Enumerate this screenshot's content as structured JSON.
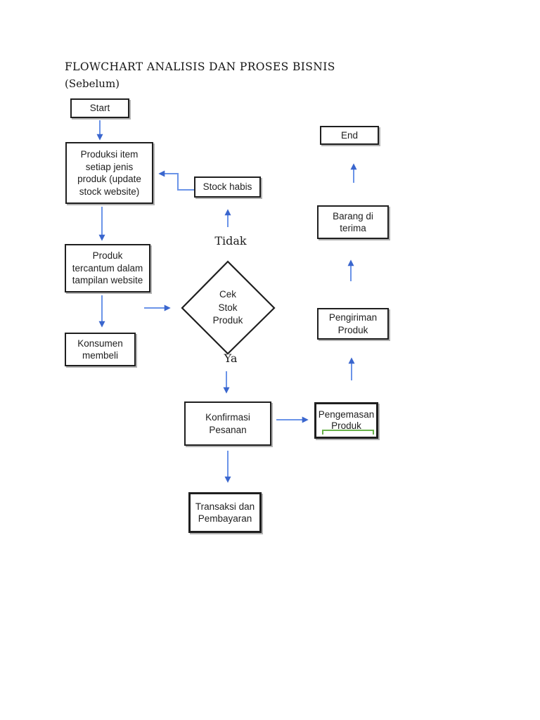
{
  "page": {
    "title": "FLOWCHART ANALISIS DAN PROSES BISNIS",
    "subtitle": "(Sebelum)"
  },
  "colors": {
    "background": "#ffffff",
    "box_border": "#1f1f1f",
    "text": "#1f1f1f",
    "arrow_stem": "#6b94e8",
    "arrow_head": "#3a66ce",
    "bracket_green": "#69b24a"
  },
  "nodes": {
    "start": {
      "label": "Start",
      "type": "terminator"
    },
    "produksi": {
      "label": "Produksi item\nsetiap jenis\nproduk (update\nstock website)",
      "type": "process"
    },
    "stock_habis": {
      "label": "Stock habis",
      "type": "process"
    },
    "produk_tercantum": {
      "label": "Produk\ntercantum dalam\ntampilan website",
      "type": "process"
    },
    "konsumen": {
      "label": "Konsumen\nmembeli",
      "type": "process"
    },
    "cek_stok": {
      "label": "Cek\nStok\nProduk",
      "type": "decision"
    },
    "konfirmasi": {
      "label": "Konfirmasi\nPesanan",
      "type": "process"
    },
    "pengemasan": {
      "label": "Pengemasan\nProduk",
      "type": "process"
    },
    "transaksi": {
      "label": "Transaksi dan\nPembayaran",
      "type": "process"
    },
    "pengiriman": {
      "label": "Pengiriman\nProduk",
      "type": "process"
    },
    "barang_diterima": {
      "label": "Barang di\nterima",
      "type": "process"
    },
    "end": {
      "label": "End",
      "type": "terminator"
    }
  },
  "edge_labels": {
    "tidak": "Tidak",
    "ya": "Ya"
  },
  "edges": [
    {
      "from": "start",
      "to": "produksi"
    },
    {
      "from": "produksi",
      "to": "produk_tercantum"
    },
    {
      "from": "produk_tercantum",
      "to": "konsumen"
    },
    {
      "from": "produk_tercantum",
      "to": "cek_stok"
    },
    {
      "from": "cek_stok",
      "to": "stock_habis",
      "label": "Tidak"
    },
    {
      "from": "stock_habis",
      "to": "produksi"
    },
    {
      "from": "cek_stok",
      "to": "konfirmasi",
      "label": "Ya"
    },
    {
      "from": "konfirmasi",
      "to": "pengemasan"
    },
    {
      "from": "konfirmasi",
      "to": "transaksi"
    },
    {
      "from": "pengemasan",
      "to": "pengiriman"
    },
    {
      "from": "pengiriman",
      "to": "barang_diterima"
    },
    {
      "from": "barang_diterima",
      "to": "end"
    }
  ]
}
